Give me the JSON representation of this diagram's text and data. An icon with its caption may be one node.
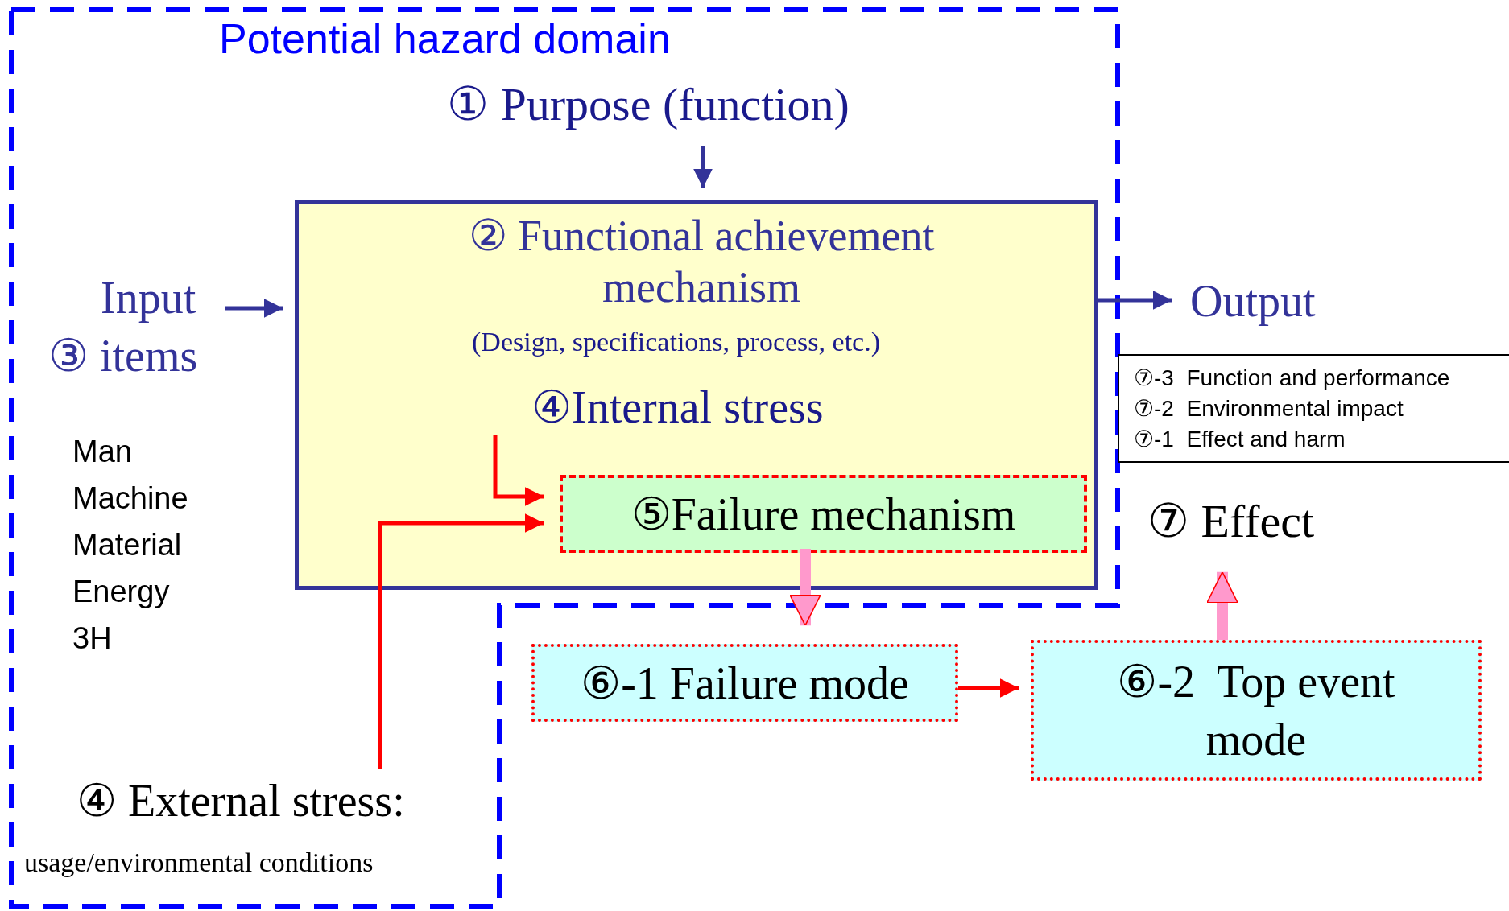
{
  "diagram": {
    "nodes": [
      {
        "text": [
          "Potential hazard domain"
        ]
      },
      {
        "text": [
          "① Purpose (function)"
        ],
        "in": 0
      },
      {
        "text": [
          "② Functional achievement mechanism",
          "(Design, specifications, process, etc.)"
        ],
        "in": 0
      },
      {
        "text": [
          "④Internal stress"
        ],
        "in": 2
      },
      {
        "text": [
          "⑤Failure mechanism"
        ],
        "in": 2
      },
      {
        "text": [
          "Input",
          "③ items"
        ],
        "in": 0
      },
      {
        "text": [
          "④ External stress:",
          "usage/environmental conditions"
        ],
        "in": 0
      },
      {
        "text": [
          "Output"
        ]
      },
      {
        "text": [
          "⑥-1 Failure mode"
        ]
      },
      {
        "text": [
          "⑥-2  Top event mode"
        ]
      },
      {
        "text": [
          "⑦ Effect"
        ]
      },
      {
        "text": [
          "⑦-3  Function and performance",
          "⑦-2  Environmental impact",
          "⑦-1  Effect and harm"
        ]
      }
    ],
    "edges": [
      {
        "from": 1,
        "to": 2,
        "arrow": "to",
        "color": "#333399"
      },
      {
        "from": 5,
        "to": 2,
        "arrow": "to",
        "color": "#333399"
      },
      {
        "from": 2,
        "to": 7,
        "arrow": "to",
        "color": "#333399"
      },
      {
        "from": 3,
        "to": 4,
        "arrow": "to",
        "color": "#ff0000"
      },
      {
        "from": 6,
        "to": 4,
        "arrow": "to",
        "color": "#ff0000"
      },
      {
        "from": 4,
        "to": 8,
        "arrow": "to",
        "style": "thick",
        "color": "#ff99cc"
      },
      {
        "from": 8,
        "to": 9,
        "arrow": "to",
        "color": "#ff0000"
      },
      {
        "from": 9,
        "to": 10,
        "arrow": "to",
        "style": "thick",
        "color": "#ff99cc"
      }
    ],
    "labels": [
      "Man",
      "Machine",
      "Material",
      "Energy",
      "3H"
    ]
  }
}
